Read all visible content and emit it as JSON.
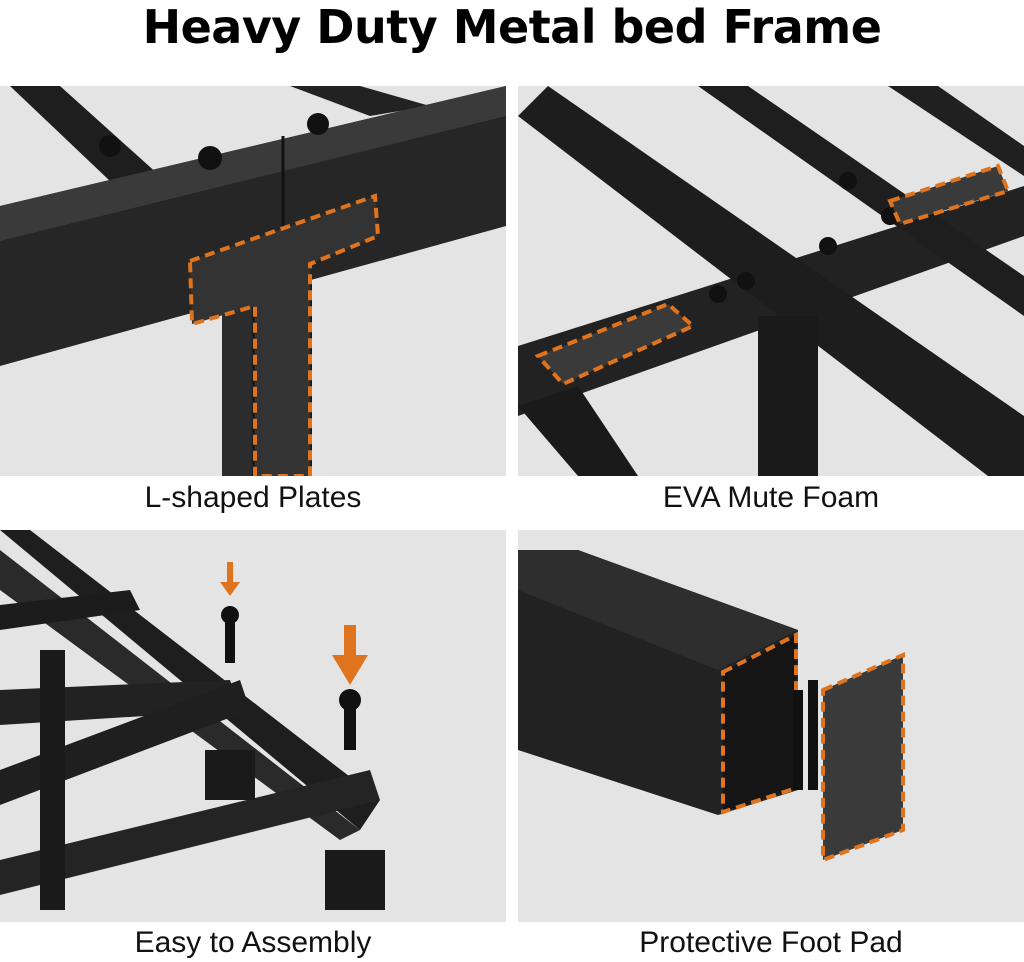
{
  "title": "Heavy Duty Metal bed Frame",
  "panels": [
    {
      "caption": "L-shaped Plates"
    },
    {
      "caption": "EVA Mute Foam"
    },
    {
      "caption": "Easy to Assembly"
    },
    {
      "caption": "Protective Foot Pad"
    }
  ],
  "colors": {
    "accent": "#e0741e",
    "metal": "#1c1c1c",
    "background": "#e6e6e6"
  }
}
